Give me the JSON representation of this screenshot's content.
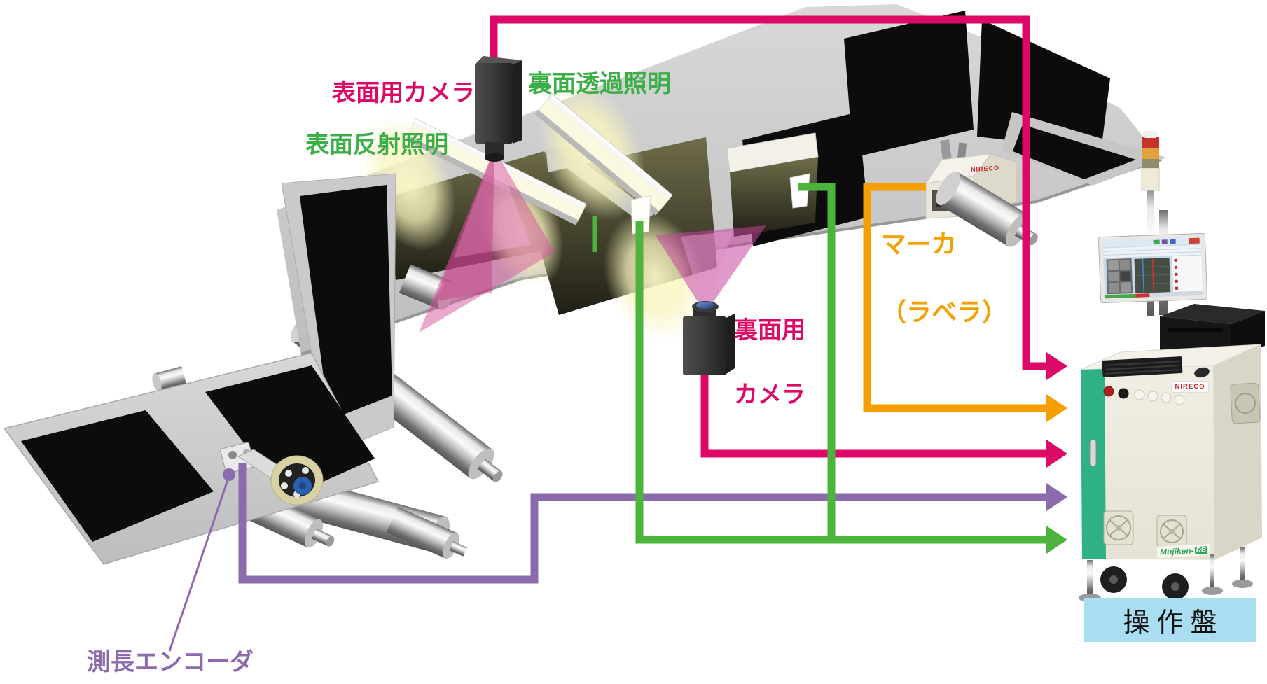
{
  "labels": {
    "surface_camera": "表面用カメラ",
    "surface_reflect_light": "表面反射照明",
    "back_transmit_light": "裏面透過照明",
    "back_camera": {
      "line1": "裏面用",
      "line2": "カメラ"
    },
    "marker": {
      "line1": "マーカ",
      "line2": "（ラベラ）"
    },
    "length_encoder": "測長エンコーダ",
    "control_panel": "操作盤"
  },
  "logos": {
    "maker": "NIRECO",
    "product": "Mujiken-",
    "product_badge": "RB"
  },
  "palette": {
    "crimson": "#DC0A66",
    "orange": "#F5A000",
    "green": "#4CB43C",
    "purple": "#8B6BAC",
    "label_green": "#3CAE46",
    "control_panel_bg": "#A9DDF2",
    "cabinet_green": "#2EB185",
    "cabinet_cream": "#EDEBDF"
  },
  "connections": [
    {
      "from": "surface-camera",
      "to": "control-panel",
      "color": "#DC0A66"
    },
    {
      "from": "marker-labeler",
      "to": "control-panel",
      "color": "#F5A000"
    },
    {
      "from": "back-camera",
      "to": "control-panel",
      "color": "#DC0A66"
    },
    {
      "from": "length-encoder",
      "to": "control-panel",
      "color": "#8B6BAC"
    },
    {
      "from": "inspection-lighting",
      "to": "control-panel",
      "color": "#4CB43C"
    }
  ]
}
